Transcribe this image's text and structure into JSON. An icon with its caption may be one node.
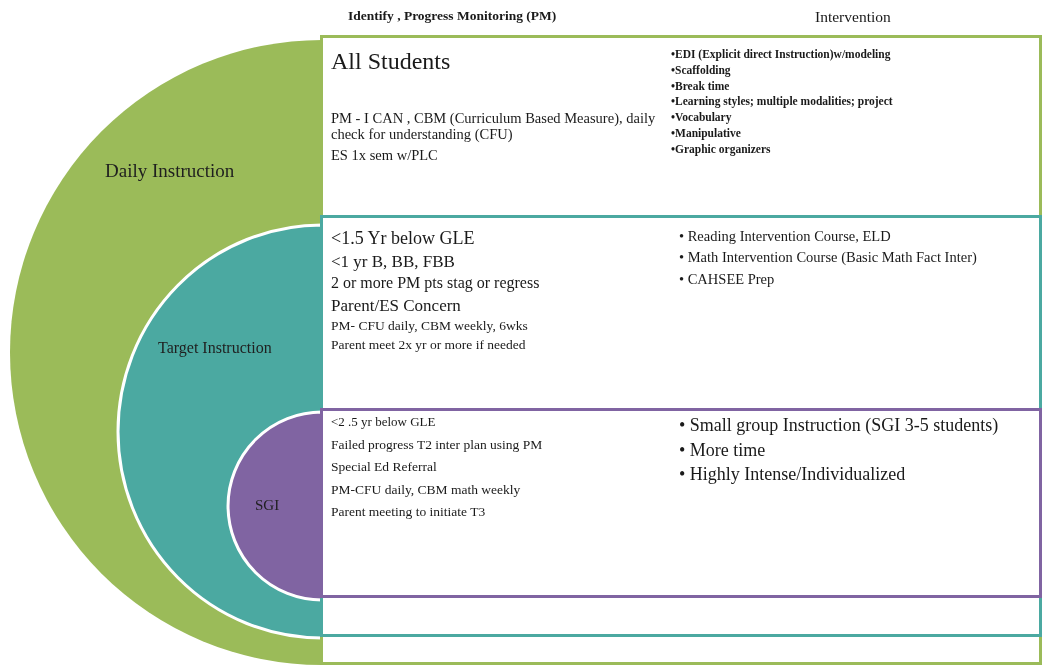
{
  "diagram": {
    "nodes": [
      {
        "text": [
          "Daily Instruction"
        ]
      },
      {
        "text": [
          "Target Instruction"
        ],
        "in": 0
      },
      {
        "text": [
          "SGI"
        ],
        "in": 1
      },
      {
        "text": [
          "All Students",
          "PM - I CAN , CBM (Curriculum Based Measure), daily check for understanding (CFU)",
          "ES 1x sem w/PLC",
          "•EDI (Explicit direct Instruction)w/modeling",
          "•Scaffolding",
          "•Break time",
          "•Learning styles; multiple modalities; project",
          "•Vocabulary",
          "•Manipulative",
          "•Graphic organizers"
        ]
      },
      {
        "text": [
          "<1.5 Yr below GLE",
          "<1 yr B, BB, FBB",
          "2 or more PM pts stag or regress",
          "Parent/ES Concern",
          "PM- CFU daily, CBM weekly, 6wks",
          "Parent meet 2x yr or more if needed",
          "• Reading Intervention Course, ELD",
          "• Math Intervention Course (Basic Math Fact Inter)",
          "• CAHSEE Prep"
        ],
        "in": 3
      },
      {
        "text": [
          "<2 .5 yr below GLE",
          "Failed progress T2 inter plan using PM",
          "Special Ed Referral",
          "PM-CFU daily, CBM math weekly",
          "Parent meeting to initiate T3",
          "• Small group Instruction (SGI 3-5 students)",
          "• More time",
          "• Highly Intense/Individualized"
        ],
        "in": 4
      }
    ],
    "labels": [
      "Identify , Progress Monitoring (PM)",
      "Intervention"
    ]
  }
}
